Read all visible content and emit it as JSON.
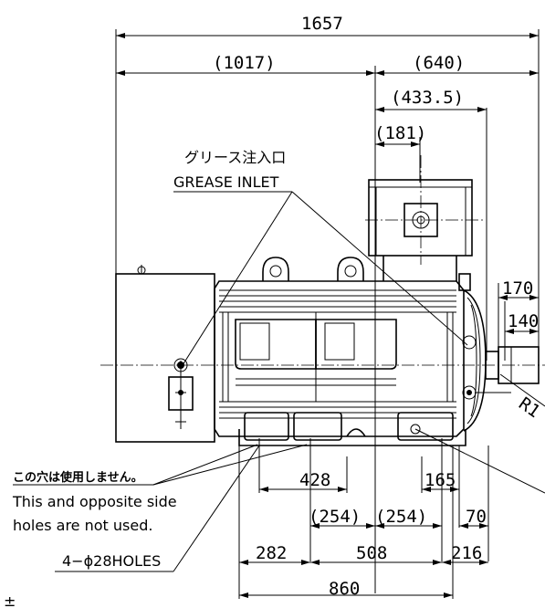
{
  "dimensions": {
    "overall_length": "1657",
    "left_section": "(1017)",
    "right_section": "(640)",
    "terminal_box_offset": "(433.5)",
    "terminal_box_center": "(181)",
    "shaft_length": "170",
    "shaft_key_length": "140",
    "foot_spacing": "428",
    "foot_offset": "165",
    "half_base_left": "(254)",
    "half_base_right": "(254)",
    "foot_width": "70",
    "end_left": "282",
    "base_length": "508",
    "end_right": "216",
    "total_base": "860",
    "radius": "R1"
  },
  "annotations": {
    "grease_inlet_jp": "グリース注入口",
    "grease_inlet_en": "GREASE INLET",
    "holes_note_jp": "この穴は使用しません。",
    "holes_note_en_1": "This and opposite side",
    "holes_note_en_2": "holes are not used.",
    "mounting_holes": "4−ϕ28HOLES",
    "corner_mark": "±"
  }
}
